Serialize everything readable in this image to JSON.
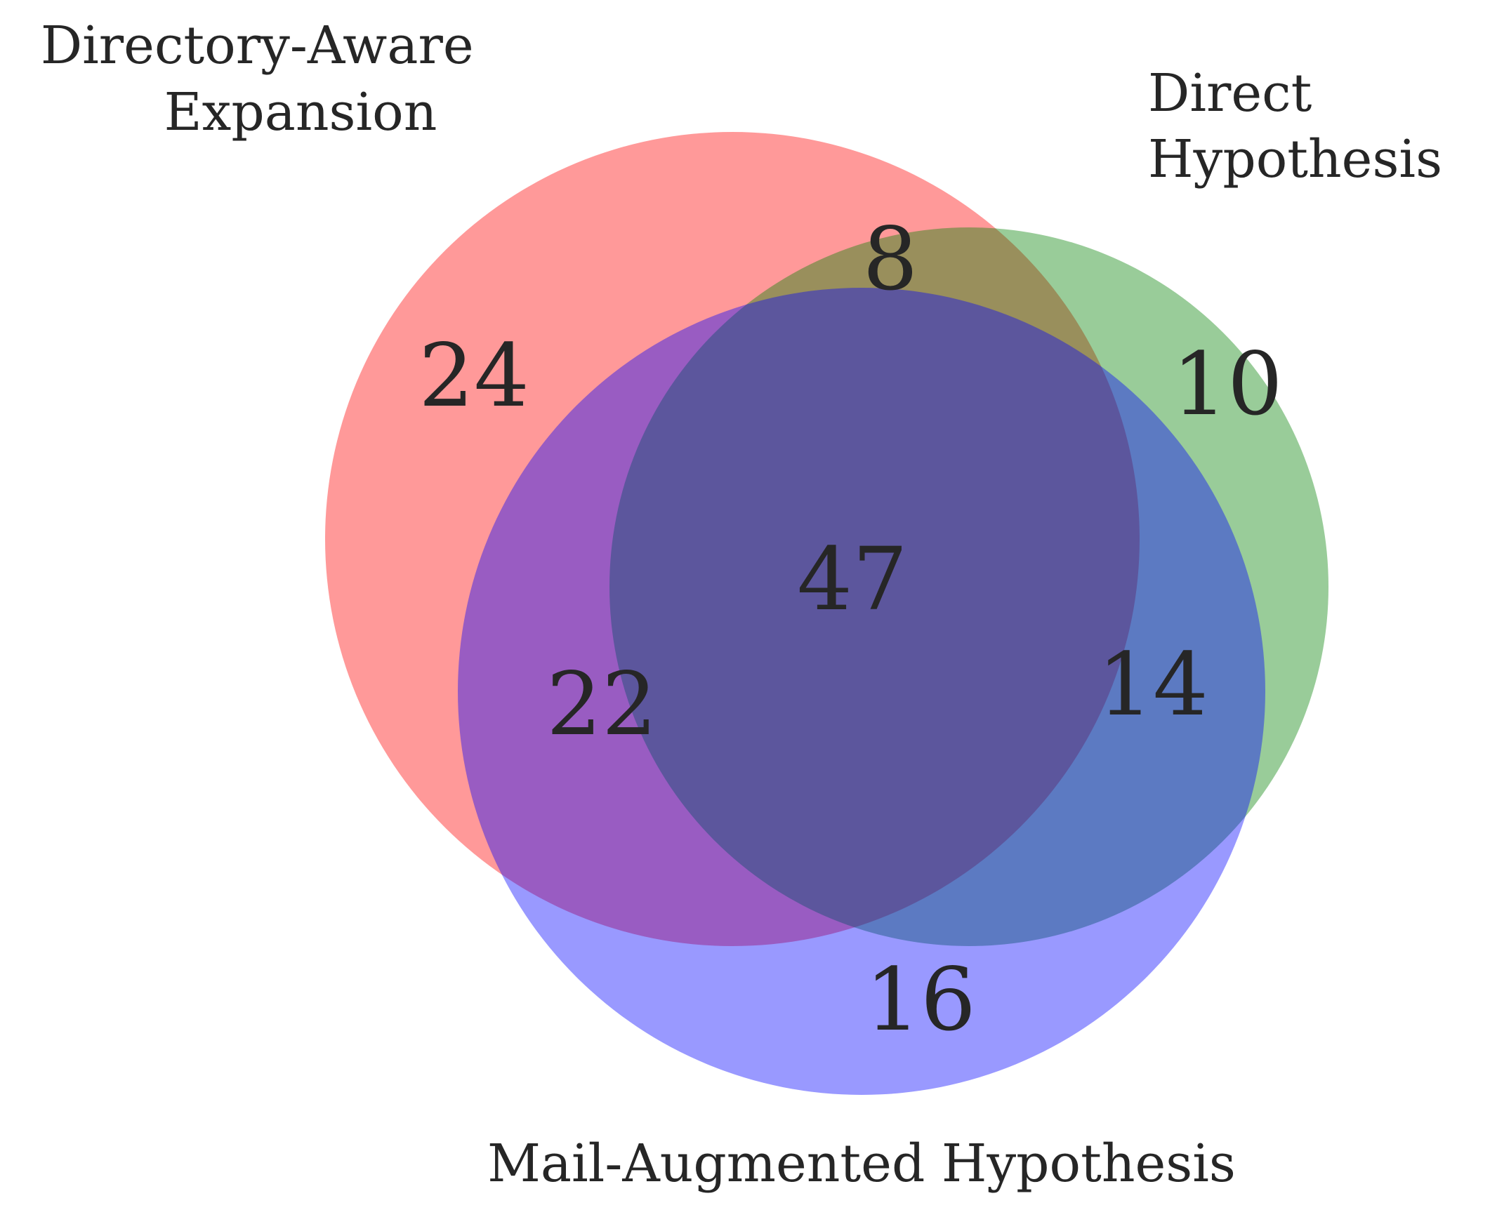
{
  "sets": [
    {
      "id": "A",
      "label_lines": [
        "Directory-Aware",
        "Expansion"
      ],
      "color": "#ff0000"
    },
    {
      "id": "B",
      "label_lines": [
        "Direct",
        "Hypothesis"
      ],
      "color": "#008000"
    },
    {
      "id": "C",
      "label_lines": [
        "Mail-Augmented Hypothesis"
      ],
      "color": "#0000ff"
    }
  ],
  "regions": {
    "A_only": "24",
    "B_only": "10",
    "C_only": "16",
    "A_B": "8",
    "A_C": "22",
    "B_C": "14",
    "A_B_C": "47"
  },
  "fill_opacity": 0.4
}
